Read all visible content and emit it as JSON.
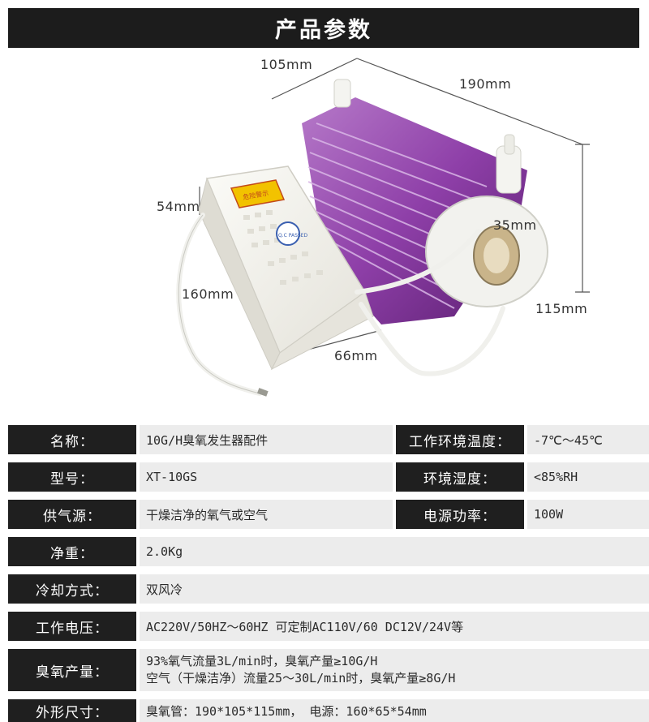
{
  "header": {
    "title": "产品参数"
  },
  "dimensions": {
    "width_top": "105mm",
    "length_top": "190mm",
    "height_left": "54mm",
    "tube_dia": "35mm",
    "length_left": "160mm",
    "height_right": "115mm",
    "width_bottom": "66mm"
  },
  "photo": {
    "label_text": "危险警示",
    "seal_text": "Q.C PASSED"
  },
  "specs": {
    "rows": [
      {
        "label": "名称：",
        "value": "10G/H臭氧发生器配件",
        "label2": "工作环境温度：",
        "value2": "-7℃～45℃"
      },
      {
        "label": "型号：",
        "value": "XT-10GS",
        "label2": "环境湿度：",
        "value2": "<85%RH"
      },
      {
        "label": "供气源：",
        "value": "干燥洁净的氧气或空气",
        "label2": "电源功率：",
        "value2": "100W"
      },
      {
        "label": "净重：",
        "value": "2.0Kg"
      },
      {
        "label": "冷却方式：",
        "value": "双风冷"
      },
      {
        "label": "工作电压：",
        "value": "AC220V/50HZ～60HZ 可定制AC110V/60 DC12V/24V等"
      },
      {
        "label": "臭氧产量：",
        "value": "93%氧气流量3L/min时，臭氧产量≥10G/H",
        "value_line2": "空气（干燥洁净）流量25～30L/min时，臭氧产量≥8G/H"
      },
      {
        "label": "外形尺寸：",
        "value": "臭氧管：190*105*115mm， 电源：160*65*54mm"
      }
    ]
  },
  "colors": {
    "fin_purple": "#8e3fa8",
    "header_bg": "#1c1c1c",
    "label_bg": "#1f1f1f",
    "value_bg": "#ececec"
  }
}
